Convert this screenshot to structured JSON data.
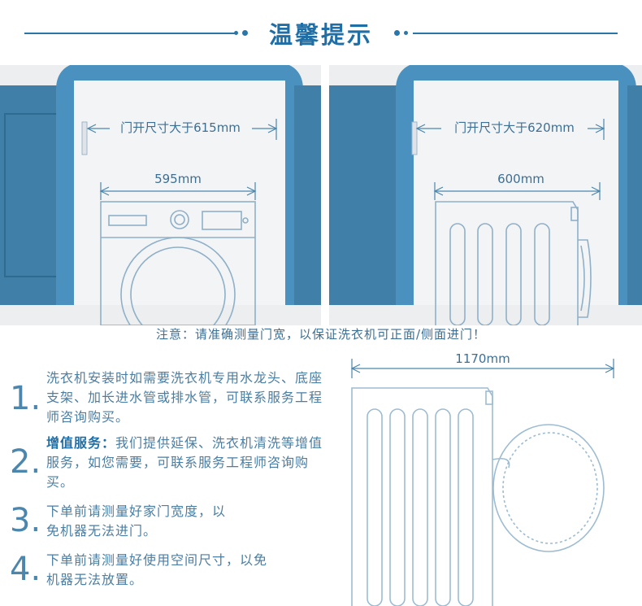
{
  "title": "温馨提示",
  "door_left": {
    "door_label": "门开尺寸大于615mm",
    "width_label": "595mm"
  },
  "door_right": {
    "door_label": "门开尺寸大于620mm",
    "width_label": "600mm"
  },
  "notice": "注意：请准确测量门宽，以保证洗衣机可正面/侧面进门！",
  "depth_label": "1170mm",
  "tips": [
    {
      "number": "1.",
      "bold": "",
      "text": "洗衣机安装时如需要洗衣机专用水龙头、底座支架、加长进水管或排水管，可联系服务工程师咨询购买。"
    },
    {
      "number": "2.",
      "bold": "增值服务：",
      "text": "我们提供延保、洗衣机清洗等增值服务，如您需要，可联系服务工程师咨询购买。"
    },
    {
      "number": "3.",
      "bold": "",
      "text": "下单前请测量好家门宽度，以免机器无法进门。"
    },
    {
      "number": "4.",
      "bold": "",
      "text": "下单前请测量好使用空间尺寸，以免机器无法放置。"
    }
  ],
  "colors": {
    "accent": "#1f6fa6",
    "door_frame": "#3b86b5",
    "door_panel": "#3f7fa8"
  }
}
